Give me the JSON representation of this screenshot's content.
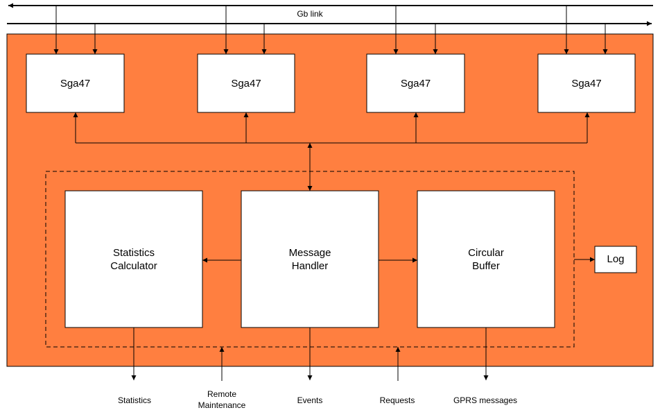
{
  "diagram": {
    "top_link_label": "Gb link",
    "sga_boxes": [
      {
        "label": "Sga47"
      },
      {
        "label": "Sga47"
      },
      {
        "label": "Sga47"
      },
      {
        "label": "Sga47"
      }
    ],
    "statistics_calculator": {
      "line1": "Statistics",
      "line2": "Calculator"
    },
    "message_handler": {
      "line1": "Message",
      "line2": "Handler"
    },
    "circular_buffer": {
      "line1": "Circular",
      "line2": "Buffer"
    },
    "log_label": "Log",
    "bottom_labels": {
      "statistics": "Statistics",
      "remote_line1": "Remote",
      "remote_line2": "Maintenance",
      "events": "Events",
      "requests": "Requests",
      "gprs": "GPRS messages"
    },
    "colors": {
      "panel": "#ff7f40",
      "box": "#ffffff",
      "line": "#000000"
    }
  }
}
